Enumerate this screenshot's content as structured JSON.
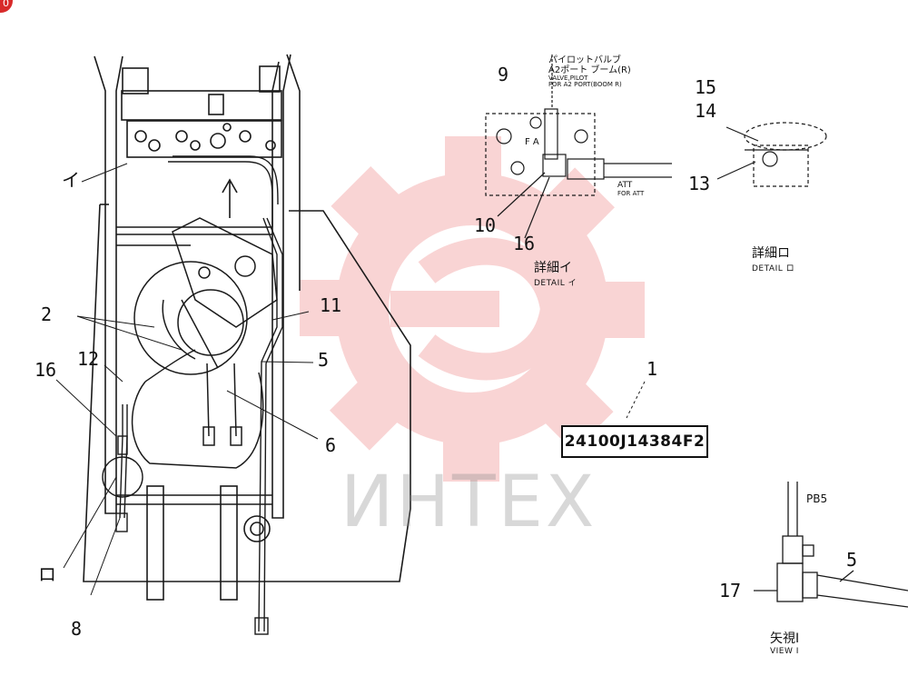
{
  "part_number": "24100J14384F2",
  "watermark_text": "ИНТЕХ",
  "badge": "0",
  "callouts": {
    "c_i": "イ",
    "c2": "2",
    "c16a": "16",
    "c12": "12",
    "c11": "11",
    "c5a": "5",
    "c6": "6",
    "cD": "ロ",
    "c8": "8",
    "c9": "9",
    "c10": "10",
    "c16b": "16",
    "c15": "15",
    "c14": "14",
    "c13": "13",
    "c1": "1",
    "c17": "17",
    "c5b": "5"
  },
  "labels": {
    "pilot_valve_jp": "パイロットバルブ",
    "pilot_valve_jp2": "A2ポート ブーム(R)",
    "pilot_valve_en": "VALVE,PILOT",
    "pilot_valve_en2": "FOR A2 PORT(BOOM R)",
    "att": "ATT",
    "for_att": "FOR ATT",
    "fa": "F A",
    "pb5": "PB5"
  },
  "details": {
    "detail_i_jp": "詳細イ",
    "detail_i_en": "DETAIL イ",
    "detail_ro_jp": "詳細ロ",
    "detail_ro_en": "DETAIL ロ",
    "view_i_jp": "矢視Ⅰ",
    "view_i_en": "VIEW I"
  },
  "colors": {
    "line": "#1a1a1a",
    "watermark_red": "#f2a2a2",
    "watermark_gray": "#8a8a8a"
  }
}
